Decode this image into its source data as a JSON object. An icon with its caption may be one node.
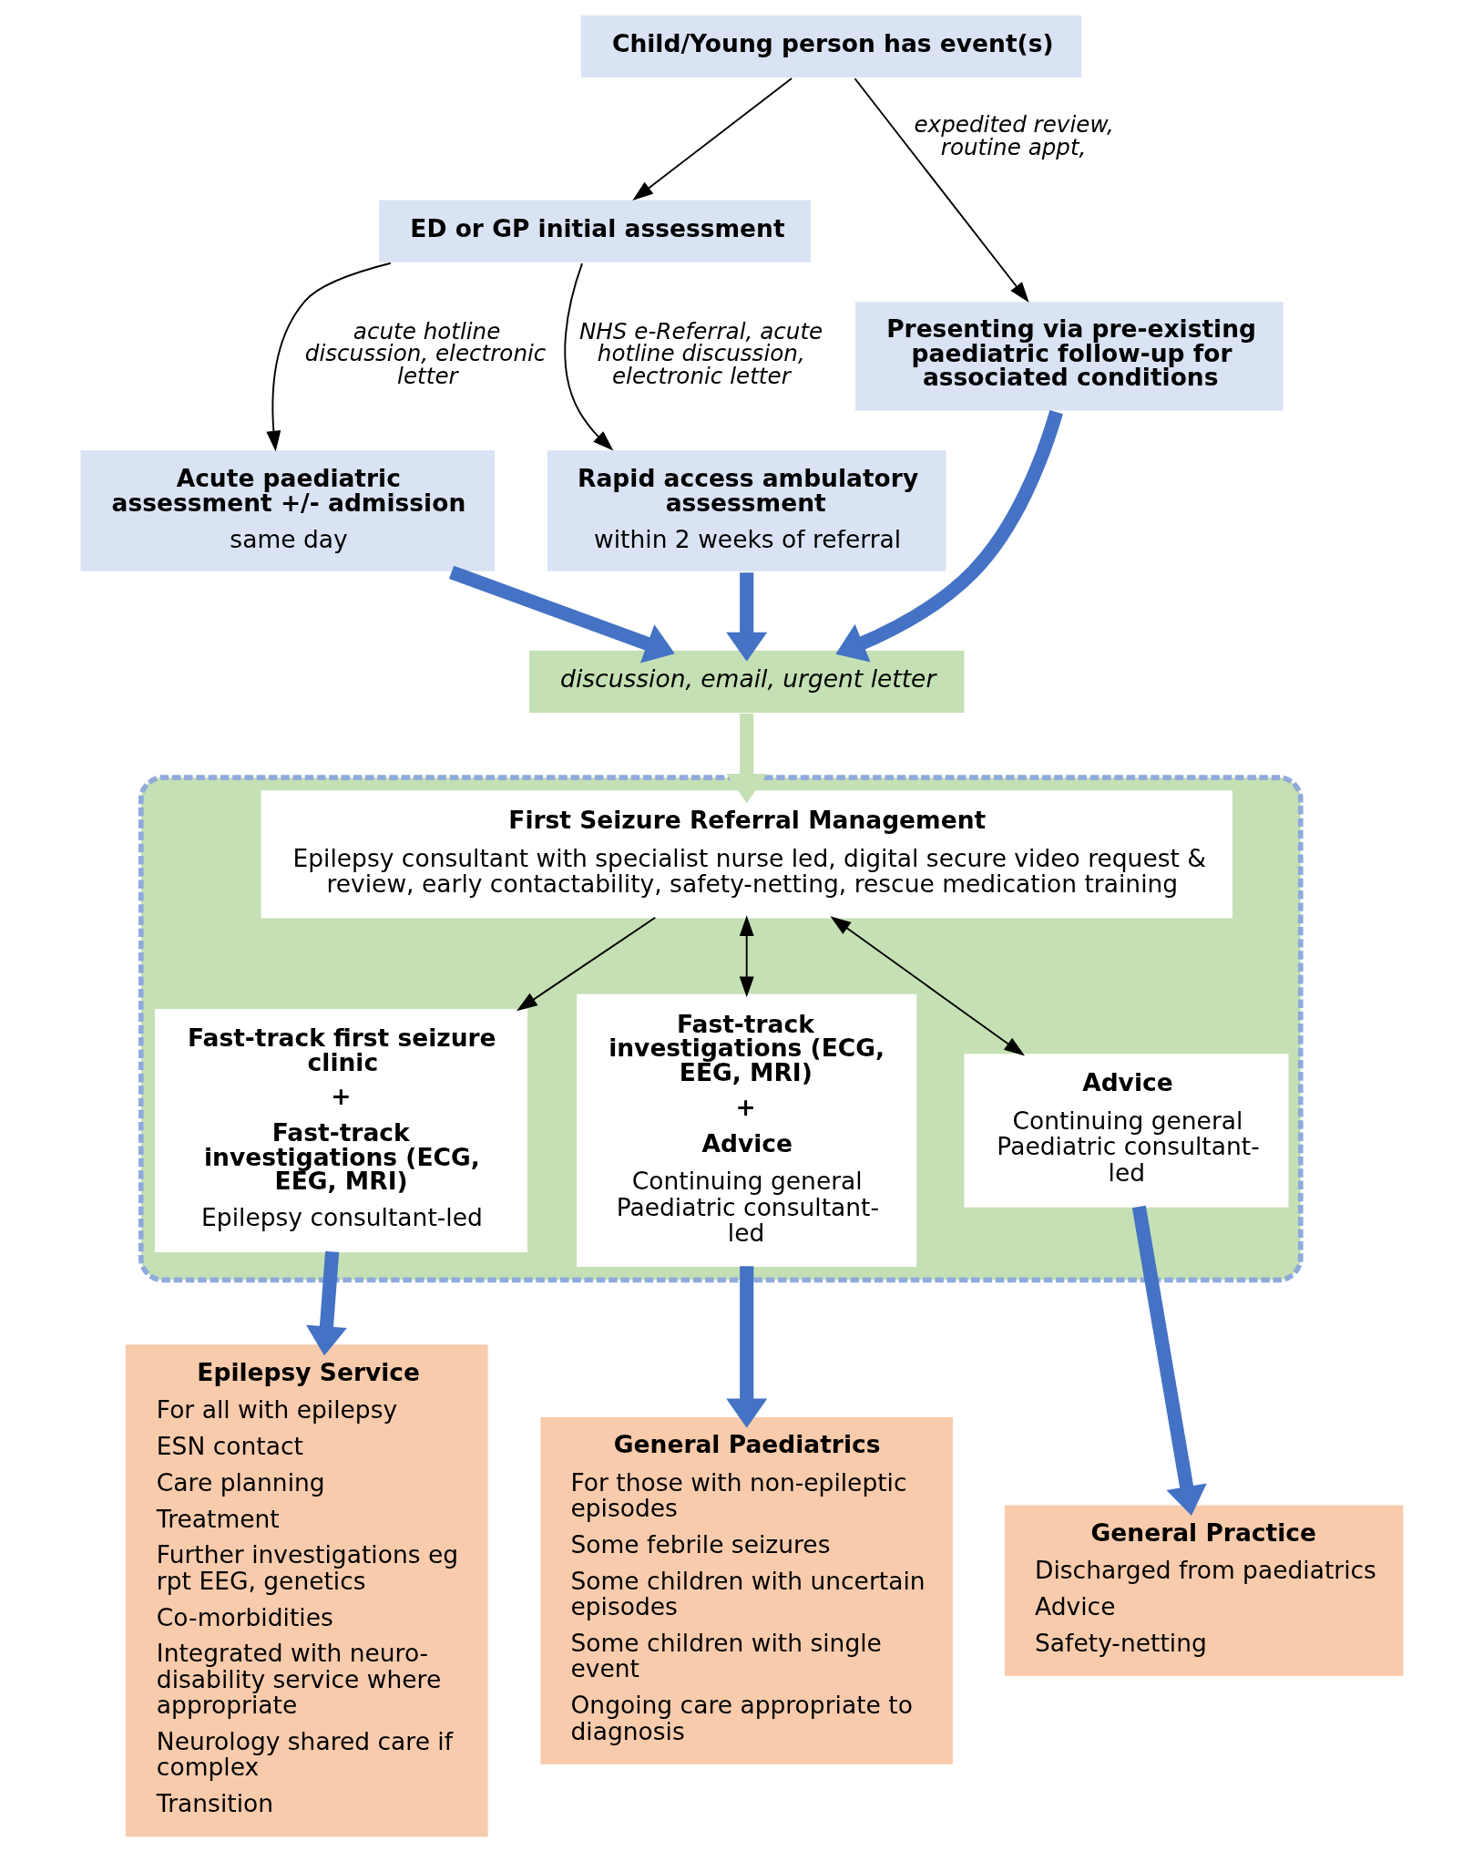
{
  "diagram": {
    "nodes": [
      {
        "text": [
          "Child/Young person has event(s)"
        ]
      },
      {
        "text": [
          "ED or GP initial assessment"
        ]
      },
      {
        "text": [
          "Acute paediatric assessment +/- admission",
          "same day"
        ]
      },
      {
        "text": [
          "Rapid access ambulatory assessment",
          "within 2 weeks of referral"
        ]
      },
      {
        "text": [
          "Presenting via pre-existing paediatric follow-up for associated conditions"
        ]
      },
      {
        "text": [
          "discussion, email, urgent letter"
        ]
      },
      {
        "text": [],
        "shape": "box"
      },
      {
        "text": [
          "First Seizure Referral Management",
          "Epilepsy consultant with specialist nurse led, digital secure video request & review, early contactability, safety-netting, rescue medication training"
        ],
        "in": 6
      },
      {
        "text": [
          "Fast-track first seizure clinic",
          "+",
          "Fast-track investigations (ECG, EEG, MRI)",
          "Epilepsy consultant-led"
        ],
        "in": 6
      },
      {
        "text": [
          "Fast-track investigations (ECG, EEG, MRI)",
          "+",
          "Advice",
          "Continuing general Paediatric consultant-led"
        ],
        "in": 6
      },
      {
        "text": [
          "Advice",
          "Continuing general Paediatric consultant-led"
        ],
        "in": 6
      },
      {
        "text": [
          "Epilepsy Service",
          "For all with epilepsy",
          "ESN contact",
          "Care planning",
          "Treatment",
          "Further investigations eg rpt EEG, genetics",
          "Co-morbidities",
          "Integrated with neuro-disability service where appropriate",
          "Neurology shared care if complex",
          "Transition"
        ]
      },
      {
        "text": [
          "General Paediatrics",
          "For those with non-epileptic episodes",
          "Some febrile seizures",
          "Some children with uncertain episodes",
          "Some children with single event",
          "Ongoing care appropriate to diagnosis"
        ]
      },
      {
        "text": [
          "General Practice",
          "Discharged from paediatrics",
          "Advice",
          "Safety-netting"
        ]
      }
    ],
    "edges": [
      {
        "from": 0,
        "to": 1,
        "arrow": "to"
      },
      {
        "from": 1,
        "to": 2,
        "arrow": "to",
        "label": "acute hotline discussion, electronic letter"
      },
      {
        "from": 1,
        "to": 3,
        "arrow": "to",
        "label": "NHS e-Referral, acute hotline discussion, electronic letter"
      },
      {
        "from": 0,
        "to": 4,
        "arrow": "to",
        "label": "expedited review, routine appt,"
      },
      {
        "from": 2,
        "to": 5,
        "arrow": "to",
        "style": "thick",
        "color": "#4472c4"
      },
      {
        "from": 3,
        "to": 5,
        "arrow": "to",
        "style": "thick",
        "color": "#4472c4"
      },
      {
        "from": 4,
        "to": 5,
        "arrow": "to",
        "style": "thick",
        "color": "#4472c4"
      },
      {
        "from": 5,
        "to": 7,
        "arrow": "to",
        "style": "thick",
        "color": "#c5e0b4"
      },
      {
        "from": 7,
        "to": 8,
        "arrow": "to"
      },
      {
        "from": 7,
        "to": 9,
        "arrow": "both"
      },
      {
        "from": 7,
        "to": 10,
        "arrow": "both"
      },
      {
        "from": 8,
        "to": 11,
        "arrow": "to",
        "style": "thick",
        "color": "#4472c4"
      },
      {
        "from": 9,
        "to": 12,
        "arrow": "to",
        "style": "thick",
        "color": "#4472c4"
      },
      {
        "from": 10,
        "to": 13,
        "arrow": "to",
        "style": "thick",
        "color": "#4472c4"
      }
    ]
  }
}
